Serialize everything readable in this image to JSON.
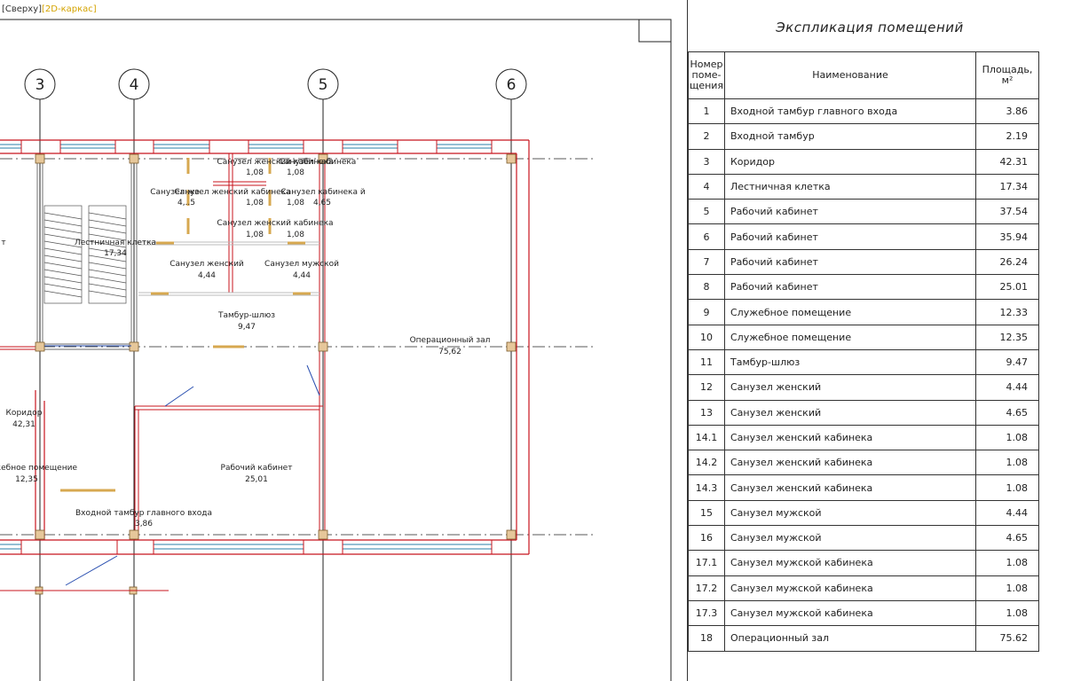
{
  "viewport": {
    "view": "[Сверху]",
    "mode": "[2D-каркас]"
  },
  "axes": [
    "3",
    "4",
    "5",
    "6"
  ],
  "plan_labels": [
    {
      "name": "Санузел женский кабинека",
      "area": "1,08"
    },
    {
      "name": "Санузел кабинека",
      "area": "1,08"
    },
    {
      "name": "Санузел же",
      "area": "4,..5"
    },
    {
      "name": "Санузел женский кабинека",
      "area": "1,08"
    },
    {
      "name": "Санузел кабинека й",
      "area": "1,08"
    },
    {
      "name": "",
      "area": "4,65"
    },
    {
      "name": "Санузел женский кабинека",
      "area": "1,08"
    },
    {
      "name": "",
      "area": "1,08"
    },
    {
      "name": "Лестничная клетка",
      "area": "17,34"
    },
    {
      "name": "Санузел женский",
      "area": "4,44"
    },
    {
      "name": "Санузел мужской",
      "area": "4,44"
    },
    {
      "name": "Тамбур-шлюз",
      "area": "9,47"
    },
    {
      "name": "Операционный зал",
      "area": "75,62"
    },
    {
      "name": "Коридор",
      "area": "42,31"
    },
    {
      "name": "жебное помещение",
      "area": "12,35"
    },
    {
      "name": "Рабочий кабинет",
      "area": "25,01"
    },
    {
      "name": "Входной тамбур главного входа",
      "area": "3,86"
    },
    {
      "name": "т",
      "area": ""
    }
  ],
  "explication": {
    "title": "Экспликация помещений",
    "headers": {
      "number": [
        "Номер",
        "поме-",
        "щения"
      ],
      "name": "Наименование",
      "area": [
        "Площадь,",
        "м²"
      ]
    },
    "rows": [
      {
        "num": "1",
        "name": "Входной тамбур главного входа",
        "area": "3.86"
      },
      {
        "num": "2",
        "name": "Входной тамбур",
        "area": "2.19"
      },
      {
        "num": "3",
        "name": "Коридор",
        "area": "42.31"
      },
      {
        "num": "4",
        "name": "Лестничная клетка",
        "area": "17.34"
      },
      {
        "num": "5",
        "name": "Рабочий кабинет",
        "area": "37.54"
      },
      {
        "num": "6",
        "name": "Рабочий кабинет",
        "area": "35.94"
      },
      {
        "num": "7",
        "name": "Рабочий кабинет",
        "area": "26.24"
      },
      {
        "num": "8",
        "name": "Рабочий кабинет",
        "area": "25.01"
      },
      {
        "num": "9",
        "name": "Служебное помещение",
        "area": "12.33"
      },
      {
        "num": "10",
        "name": "Служебное помещение",
        "area": "12.35"
      },
      {
        "num": "11",
        "name": "Тамбур-шлюз",
        "area": "9.47"
      },
      {
        "num": "12",
        "name": "Санузел женский",
        "area": "4.44"
      },
      {
        "num": "13",
        "name": "Санузел женский",
        "area": "4.65"
      },
      {
        "num": "14.1",
        "name": "Санузел женский кабинека",
        "area": "1.08"
      },
      {
        "num": "14.2",
        "name": "Санузел женский кабинека",
        "area": "1.08"
      },
      {
        "num": "14.3",
        "name": "Санузел женский кабинека",
        "area": "1.08"
      },
      {
        "num": "15",
        "name": "Санузел мужской",
        "area": "4.44"
      },
      {
        "num": "16",
        "name": "Санузел мужской",
        "area": "4.65"
      },
      {
        "num": "17.1",
        "name": "Санузел мужской кабинека",
        "area": "1.08"
      },
      {
        "num": "17.2",
        "name": "Санузел мужской кабинека",
        "area": "1.08"
      },
      {
        "num": "17.3",
        "name": "Санузел мужской кабинека",
        "area": "1.08"
      },
      {
        "num": "18",
        "name": "Операционный зал",
        "area": "75.62"
      }
    ]
  },
  "colors": {
    "wall": "#c8141e",
    "glazing": "#2a7fa8",
    "door": "#d7a850",
    "axis": "#222222",
    "opening": "#2a4fb0"
  }
}
